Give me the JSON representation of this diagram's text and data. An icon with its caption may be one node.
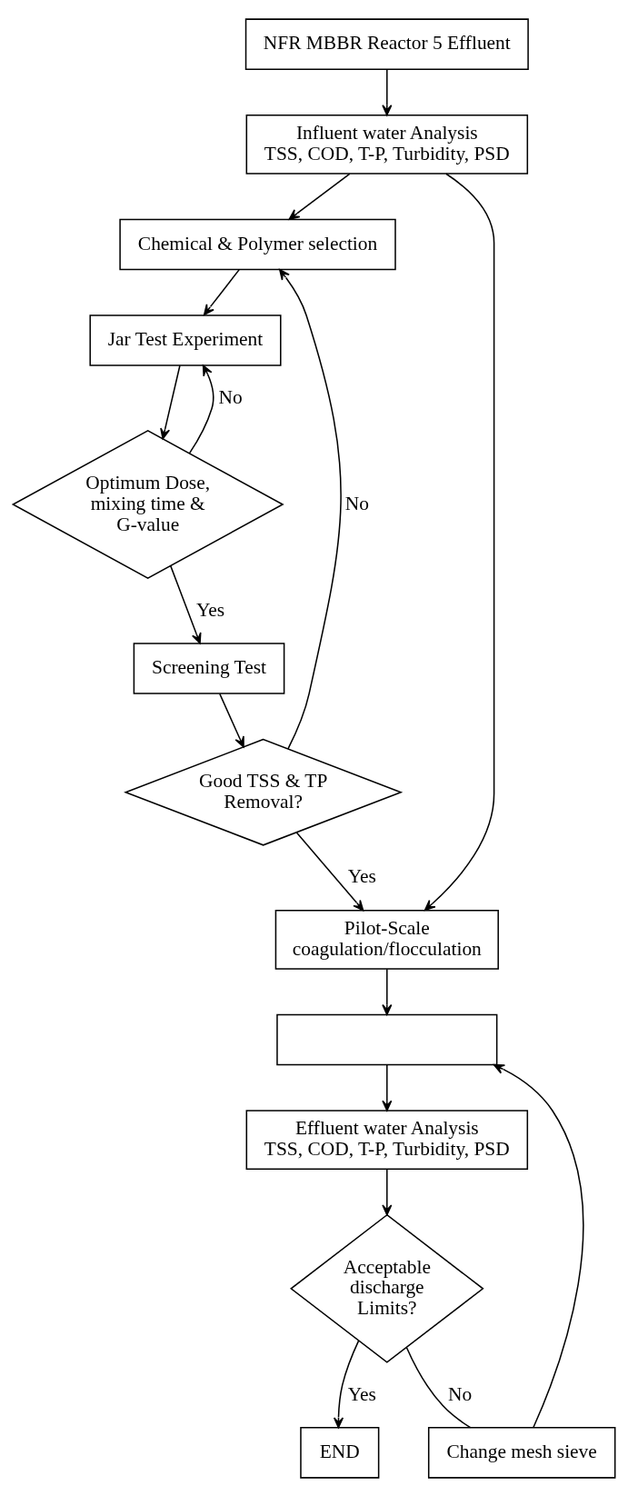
{
  "diagram": {
    "nodes": [
      {
        "text": [
          "NFR MBBR Reactor 5 Effluent"
        ]
      },
      {
        "text": [
          "Influent water Analysis",
          "TSS, COD, T-P, Turbidity, PSD"
        ]
      },
      {
        "text": [
          "Chemical & Polymer selection"
        ]
      },
      {
        "text": [
          "Jar Test Experiment"
        ]
      },
      {
        "text": [
          "Optimum Dose, mixing time & G-value"
        ]
      },
      {
        "text": [
          "Screening Test"
        ]
      },
      {
        "text": [
          "Good TSS & TP Removal?"
        ]
      },
      {
        "text": [
          "Pilot-Scale coagulation/flocculation"
        ]
      },
      {
        "text": [],
        "shape": "box"
      },
      {
        "text": [
          "Effluent water Analysis",
          "TSS, COD, T-P, Turbidity, PSD"
        ]
      },
      {
        "text": [
          "Acceptable discharge Limits?"
        ]
      },
      {
        "text": [
          "END"
        ]
      },
      {
        "text": [
          "Change mesh sieve"
        ]
      }
    ],
    "edges": [
      {
        "from": 0,
        "to": 1,
        "arrow": "to"
      },
      {
        "from": 1,
        "to": 2,
        "arrow": "to"
      },
      {
        "from": 1,
        "to": 7,
        "arrow": "to"
      },
      {
        "from": 2,
        "to": 3,
        "arrow": "to"
      },
      {
        "from": 3,
        "to": 4,
        "arrow": "to"
      },
      {
        "from": 4,
        "to": 3,
        "label": "No",
        "arrow": "to"
      },
      {
        "from": 4,
        "to": 5,
        "label": "Yes",
        "arrow": "to"
      },
      {
        "from": 5,
        "to": 6,
        "arrow": "to"
      },
      {
        "from": 6,
        "to": 2,
        "label": "No",
        "arrow": "to"
      },
      {
        "from": 6,
        "to": 7,
        "label": "Yes",
        "arrow": "to"
      },
      {
        "from": 7,
        "to": 8,
        "arrow": "to"
      },
      {
        "from": 8,
        "to": 9,
        "arrow": "to"
      },
      {
        "from": 9,
        "to": 10,
        "arrow": "to"
      },
      {
        "from": 10,
        "to": 12,
        "label": "No",
        "arrow": "none"
      },
      {
        "from": 12,
        "to": 8,
        "arrow": "to"
      },
      {
        "from": 10,
        "to": 11,
        "label": "Yes",
        "arrow": "to"
      }
    ]
  }
}
